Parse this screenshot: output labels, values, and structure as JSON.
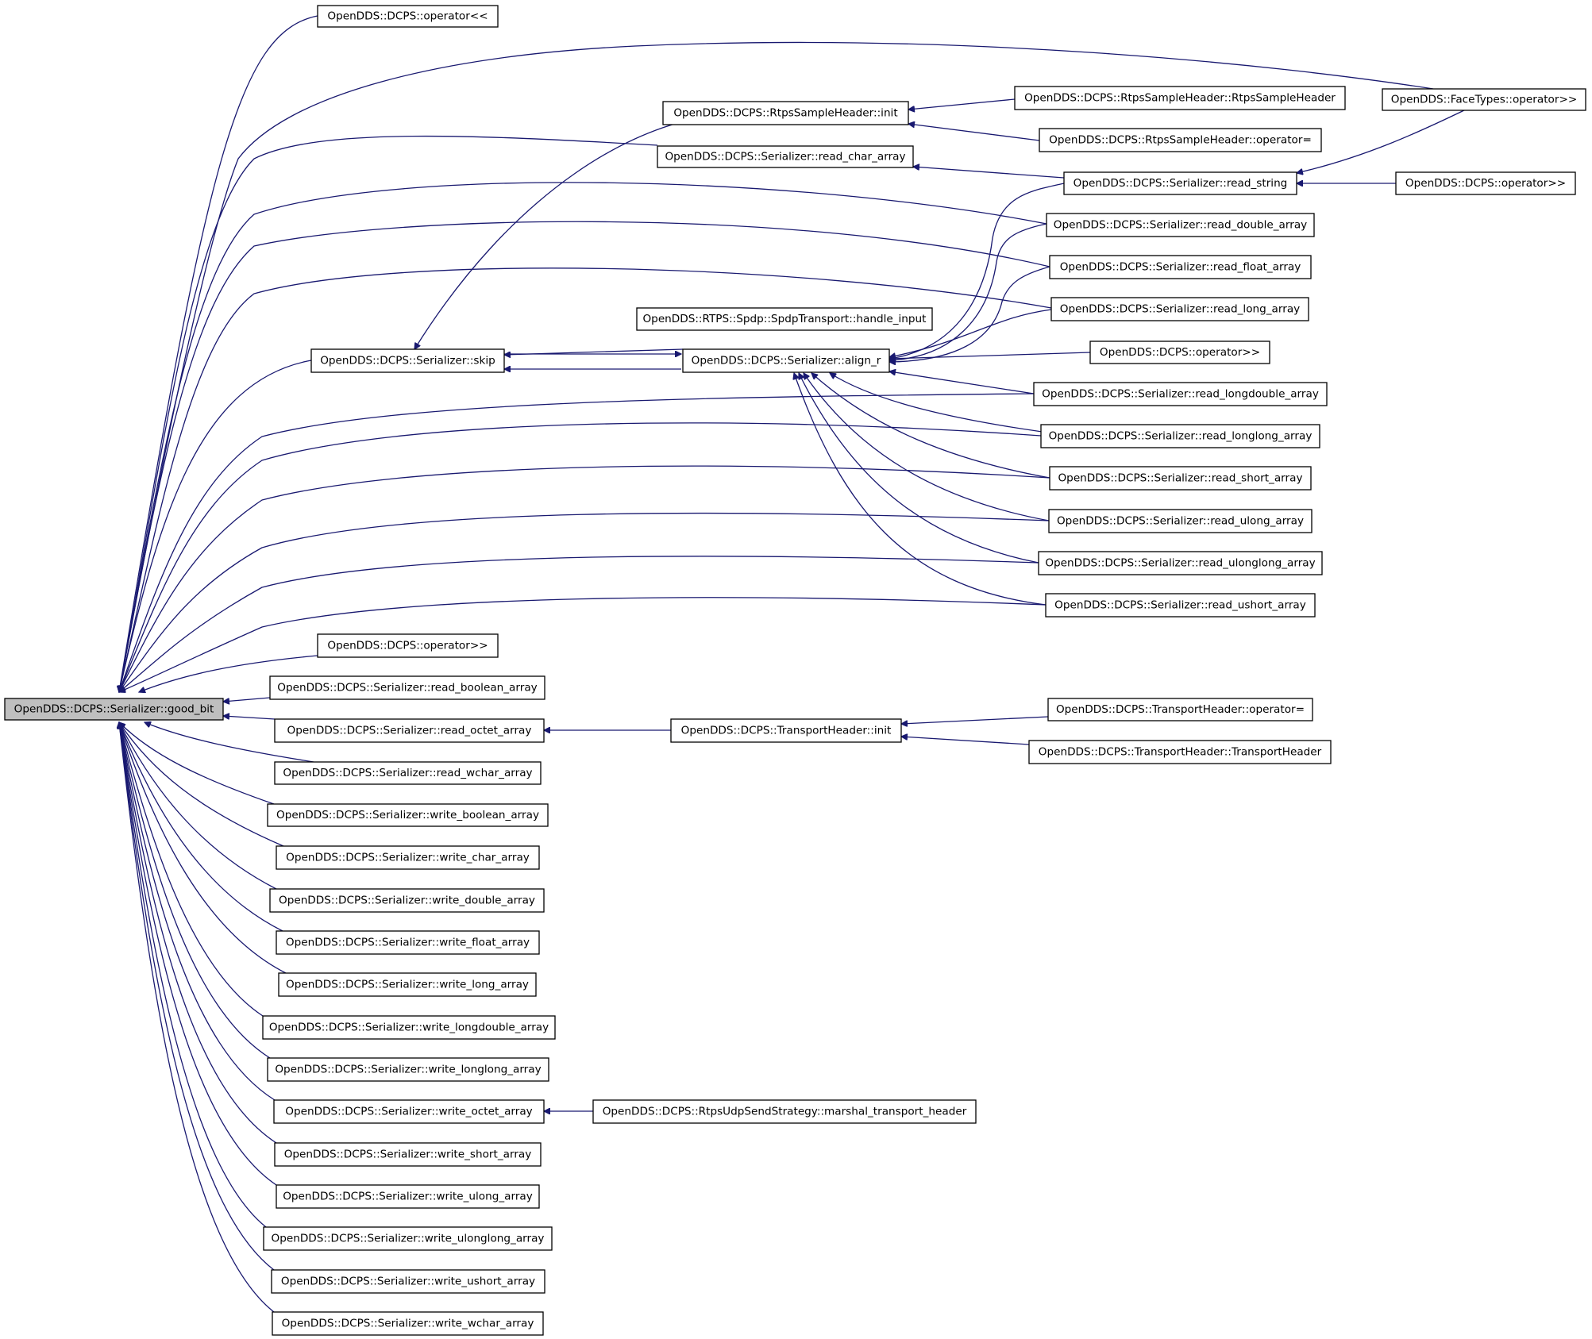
{
  "colors": {
    "edge": "#191970",
    "root_fill": "#bfbfbf",
    "node_fill": "#ffffff",
    "node_border": "#000000"
  },
  "nodes": {
    "n0": "OpenDDS::DCPS::Serializer::good_bit",
    "n1": "OpenDDS::DCPS::operator<<",
    "n2": "OpenDDS::FaceTypes::operator>>",
    "n3": "OpenDDS::DCPS::RtpsSampleHeader::init",
    "n4": "OpenDDS::DCPS::RtpsSampleHeader::RtpsSampleHeader",
    "n5": "OpenDDS::DCPS::RtpsSampleHeader::operator=",
    "n6": "OpenDDS::DCPS::Serializer::read_char_array",
    "n7": "OpenDDS::DCPS::Serializer::read_string",
    "n8": "OpenDDS::DCPS::operator>>",
    "n9": "OpenDDS::DCPS::Serializer::read_double_array",
    "n10": "OpenDDS::DCPS::Serializer::read_float_array",
    "n11": "OpenDDS::DCPS::Serializer::read_long_array",
    "n12": "OpenDDS::RTPS::Spdp::SpdpTransport::handle_input",
    "n13": "OpenDDS::DCPS::Serializer::skip",
    "n14": "OpenDDS::DCPS::Serializer::align_r",
    "n15": "OpenDDS::DCPS::operator>>",
    "n16": "OpenDDS::DCPS::Serializer::read_longdouble_array",
    "n17": "OpenDDS::DCPS::Serializer::read_longlong_array",
    "n18": "OpenDDS::DCPS::Serializer::read_short_array",
    "n19": "OpenDDS::DCPS::Serializer::read_ulong_array",
    "n20": "OpenDDS::DCPS::Serializer::read_ulonglong_array",
    "n21": "OpenDDS::DCPS::Serializer::read_ushort_array",
    "n22": "OpenDDS::DCPS::operator>>",
    "n23": "OpenDDS::DCPS::Serializer::read_boolean_array",
    "n24": "OpenDDS::DCPS::Serializer::read_octet_array",
    "n25": "OpenDDS::DCPS::TransportHeader::init",
    "n26": "OpenDDS::DCPS::TransportHeader::operator=",
    "n27": "OpenDDS::DCPS::TransportHeader::TransportHeader",
    "n28": "OpenDDS::DCPS::Serializer::read_wchar_array",
    "n29": "OpenDDS::DCPS::Serializer::write_boolean_array",
    "n30": "OpenDDS::DCPS::Serializer::write_char_array",
    "n31": "OpenDDS::DCPS::Serializer::write_double_array",
    "n32": "OpenDDS::DCPS::Serializer::write_float_array",
    "n33": "OpenDDS::DCPS::Serializer::write_long_array",
    "n34": "OpenDDS::DCPS::Serializer::write_longdouble_array",
    "n35": "OpenDDS::DCPS::Serializer::write_longlong_array",
    "n36": "OpenDDS::DCPS::Serializer::write_octet_array",
    "n37": "OpenDDS::DCPS::RtpsUdpSendStrategy::marshal_transport_header",
    "n38": "OpenDDS::DCPS::Serializer::write_short_array",
    "n39": "OpenDDS::DCPS::Serializer::write_ulong_array",
    "n40": "OpenDDS::DCPS::Serializer::write_ulonglong_array",
    "n41": "OpenDDS::DCPS::Serializer::write_ushort_array",
    "n42": "OpenDDS::DCPS::Serializer::write_wchar_array"
  }
}
